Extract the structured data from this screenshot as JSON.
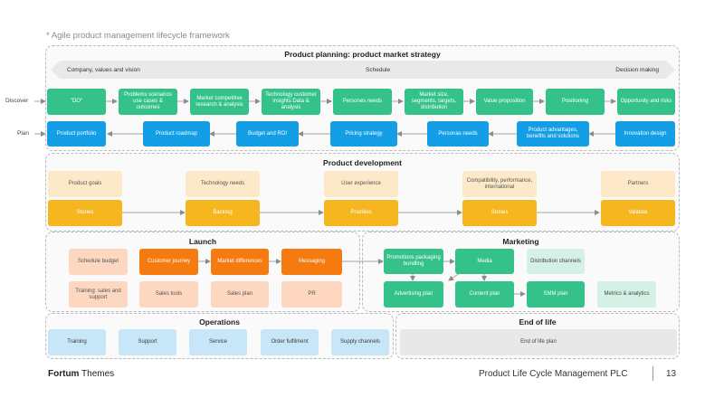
{
  "note": "* Agile product management lifecycle framework",
  "sections": {
    "planning": "Product planning: product market strategy",
    "development": "Product development",
    "launch": "Launch",
    "marketing": "Marketing",
    "operations": "Operations",
    "endoflife": "End of life"
  },
  "band": {
    "left": "Company, values and vision",
    "center": "Schedule",
    "right": "Decision making"
  },
  "rows": {
    "discover": "Discover",
    "plan": "Plan"
  },
  "discover": [
    "\"DO\"",
    "Problems scenarios use cases & outcomes",
    "Market competitive research & analysis",
    "Technology customer insights Data & analysis",
    "Persones needs",
    "Market size, segments, targets, distribution",
    "Value proposition",
    "Positioning",
    "Opportunity and risks"
  ],
  "plan": [
    "Product portfolio",
    "Product roadmap",
    "Budget and ROI",
    "Pricing strategy",
    "Personas needs",
    "Product advantages, benefits and solutions",
    "Innovation design"
  ],
  "development": {
    "top": [
      "Product goals",
      "Technology needs",
      "User experience",
      "Compatibility, performance, international",
      "Partners"
    ],
    "bottom": [
      "Stories",
      "Backlog",
      "Priorities",
      "Stories",
      "Validate"
    ]
  },
  "launch": {
    "top": [
      "Schedule budget",
      "Customer journey",
      "Market differences",
      "Messaging"
    ],
    "bottom": [
      "Training: sales and support",
      "Sales tools",
      "Sales plan",
      "PR"
    ]
  },
  "marketing": {
    "top": [
      "Promotions packaging bundling",
      "Media",
      "Distribution channels"
    ],
    "bottom": [
      "Advertising plan",
      "Content plan",
      "SMM plan",
      "Metrics & analytics"
    ]
  },
  "operations": [
    "Training",
    "Support",
    "Service",
    "Order fulfilment",
    "Supply channels"
  ],
  "endoflife": "End of life plan",
  "footer": {
    "brand_bold": "Fortum",
    "brand_rest": " Themes",
    "title": "Product Life Cycle Management PLC",
    "page": "13"
  },
  "colors": {
    "discover_green": "#34c28a",
    "plan_blue": "#139ee6",
    "dev_yellow": "#f6b61f",
    "dev_cream": "#fde9c8",
    "launch_orange": "#f57a10",
    "launch_peach": "#fdd7c0",
    "ops_lightblue": "#c7e6f7",
    "eol_gray": "#e8e8e8"
  }
}
